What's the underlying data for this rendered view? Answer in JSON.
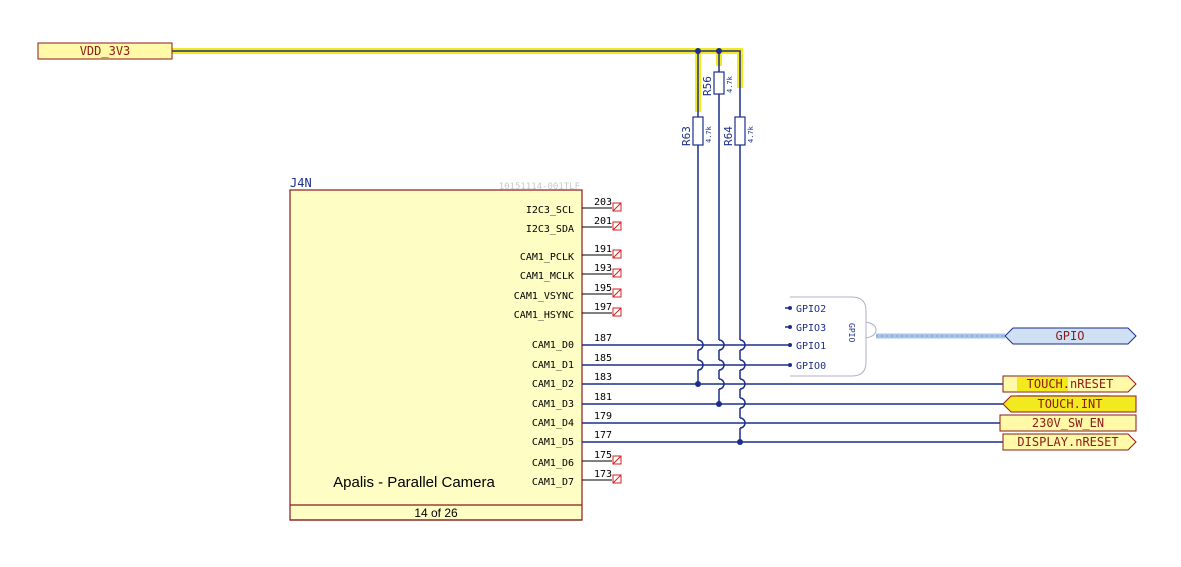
{
  "power_port": {
    "label": "VDD_3V3"
  },
  "component": {
    "refdes": "J4N",
    "part_number": "10151114-001TLF",
    "title": "Apalis - Parallel Camera",
    "page": "14 of 26",
    "pins": [
      {
        "name": "I2C3_SCL",
        "number": "203",
        "no_connect": true
      },
      {
        "name": "I2C3_SDA",
        "number": "201",
        "no_connect": true
      },
      {
        "name": "CAM1_PCLK",
        "number": "191",
        "no_connect": true
      },
      {
        "name": "CAM1_MCLK",
        "number": "193",
        "no_connect": true
      },
      {
        "name": "CAM1_VSYNC",
        "number": "195",
        "no_connect": true
      },
      {
        "name": "CAM1_HSYNC",
        "number": "197",
        "no_connect": true
      },
      {
        "name": "CAM1_D0",
        "number": "187",
        "no_connect": false
      },
      {
        "name": "CAM1_D1",
        "number": "185",
        "no_connect": false
      },
      {
        "name": "CAM1_D2",
        "number": "183",
        "no_connect": false
      },
      {
        "name": "CAM1_D3",
        "number": "181",
        "no_connect": false
      },
      {
        "name": "CAM1_D4",
        "number": "179",
        "no_connect": false
      },
      {
        "name": "CAM1_D5",
        "number": "177",
        "no_connect": false
      },
      {
        "name": "CAM1_D6",
        "number": "175",
        "no_connect": true
      },
      {
        "name": "CAM1_D7",
        "number": "173",
        "no_connect": true
      }
    ]
  },
  "resistors": [
    {
      "refdes": "R56",
      "value": "4.7k"
    },
    {
      "refdes": "R63",
      "value": "4.7k"
    },
    {
      "refdes": "R64",
      "value": "4.7k"
    }
  ],
  "harness": {
    "name": "GPIO",
    "entries": [
      "GPIO2",
      "GPIO3",
      "GPIO1",
      "GPIO0"
    ]
  },
  "ports": [
    {
      "label": "GPIO"
    },
    {
      "label": "TOUCH.nRESET"
    },
    {
      "label": "TOUCH.INT"
    },
    {
      "label": "230V_SW_EN"
    },
    {
      "label": "DISPLAY.nRESET"
    }
  ],
  "colors": {
    "wire": "#1c2e8c",
    "component_outline": "#8b1a1a",
    "component_fill": "#fdfdc4",
    "port_fill": "#fff9a8",
    "port_text": "#8b1a1a",
    "highlight": "#f2ea1e",
    "harness_fill": "#cfe0f5",
    "no_connect": "#d42020"
  }
}
